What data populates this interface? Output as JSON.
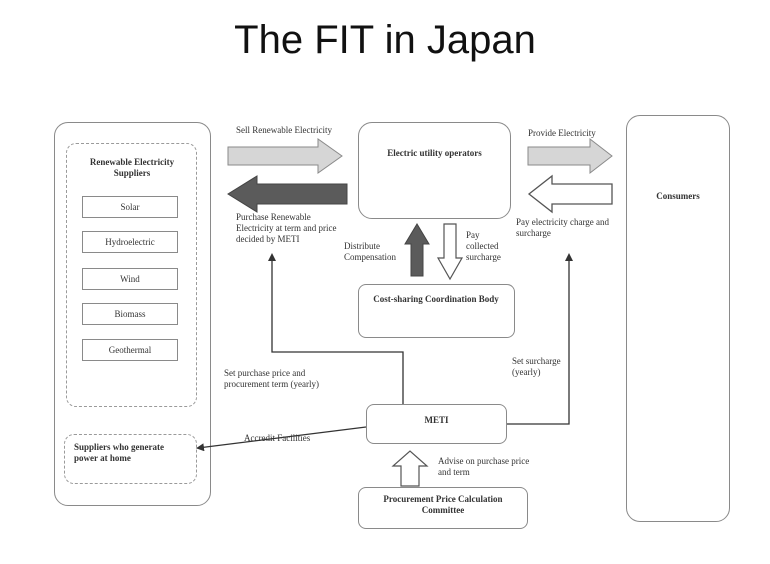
{
  "title": "The FIT in Japan",
  "suppliers": {
    "heading": "Renewable Electricity Suppliers",
    "items": [
      "Solar",
      "Hydroelectric",
      "Wind",
      "Biomass",
      "Geothermal"
    ],
    "home": "Suppliers who generate power at home"
  },
  "nodes": {
    "utility": "Electric utility operators",
    "consumers": "Consumers",
    "cost_body": "Cost-sharing Coordination Body",
    "meti": "METI",
    "committee": "Procurement Price Calculation Committee"
  },
  "labels": {
    "sell": "Sell Renewable Electricity",
    "purchase": "Purchase Renewable Electricity at term and price decided by METI",
    "provide": "Provide Electricity",
    "pay_charge": "Pay electricity charge and surcharge",
    "distribute": "Distribute Compensation",
    "pay_collected": "Pay collected surcharge",
    "set_price": "Set purchase price and procurement term (yearly)",
    "set_surcharge": "Set surcharge (yearly)",
    "accredit": "Accredit Facilities",
    "advise": "Advise on purchase price and term"
  }
}
